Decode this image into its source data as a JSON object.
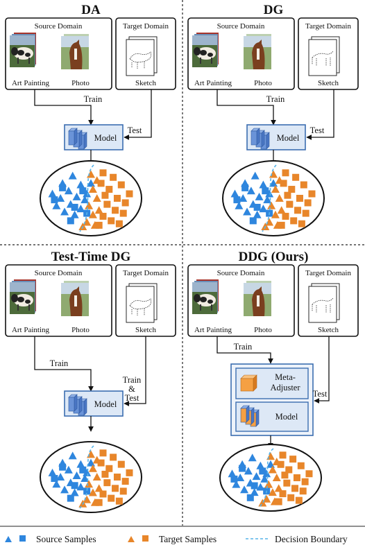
{
  "colors": {
    "source": "#2e86de",
    "target": "#e8862a",
    "boundary": "#56b4e9",
    "model_fill": "#dde8f6",
    "model_border": "#3b6db0",
    "meta_fill": "#f5a043"
  },
  "panels": [
    {
      "id": "da",
      "title": "DA",
      "source_domain": {
        "label": "Source Domain",
        "images": [
          "Art Painting",
          "Photo"
        ]
      },
      "target_domain": {
        "label": "Target Domain",
        "image": "Sketch"
      },
      "edge_labels": {
        "train": "Train",
        "test": "Test"
      },
      "model": "Model"
    },
    {
      "id": "dg",
      "title": "DG",
      "source_domain": {
        "label": "Source Domain",
        "images": [
          "Art Painting",
          "Photo"
        ]
      },
      "target_domain": {
        "label": "Target Domain",
        "image": "Sketch"
      },
      "edge_labels": {
        "train": "Train",
        "test": "Test"
      },
      "model": "Model"
    },
    {
      "id": "ttdg",
      "title": "Test-Time DG",
      "source_domain": {
        "label": "Source Domain",
        "images": [
          "Art Painting",
          "Photo"
        ]
      },
      "target_domain": {
        "label": "Target Domain",
        "image": "Sketch"
      },
      "edge_labels": {
        "train": "Train",
        "train_test": [
          "Train",
          "&",
          "Test"
        ]
      },
      "model": "Model"
    },
    {
      "id": "ddg",
      "title": "DDG (Ours)",
      "source_domain": {
        "label": "Source Domain",
        "images": [
          "Art Painting",
          "Photo"
        ]
      },
      "target_domain": {
        "label": "Target Domain",
        "image": "Sketch"
      },
      "edge_labels": {
        "train": "Train",
        "test": "Test"
      },
      "meta_adjuster": [
        "Meta-",
        "Adjuster"
      ],
      "model": "Model"
    }
  ],
  "legend": {
    "source": "Source Samples",
    "target": "Target Samples",
    "boundary": "Decision Boundary"
  }
}
